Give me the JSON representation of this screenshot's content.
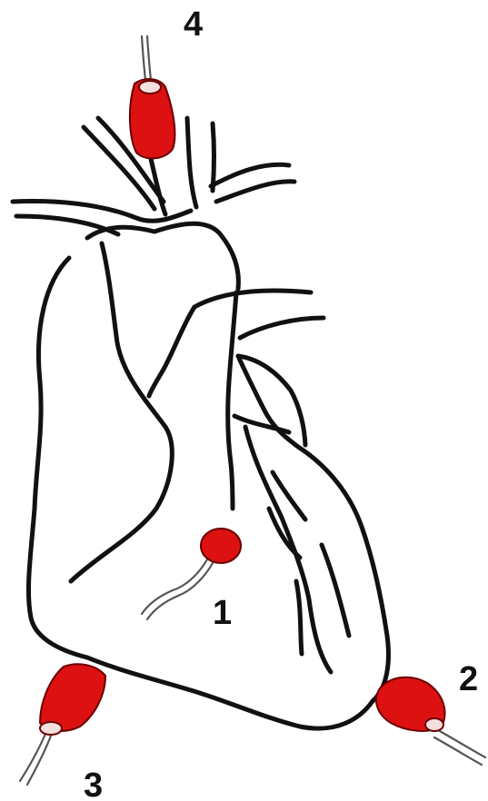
{
  "colors": {
    "outline": "#111111",
    "electrode": "#dd1111",
    "wire": "#555555",
    "background": "#ffffff"
  },
  "electrodes": [
    {
      "label": "1",
      "name": "electrode-1"
    },
    {
      "label": "2",
      "name": "electrode-2"
    },
    {
      "label": "3",
      "name": "electrode-3"
    },
    {
      "label": "4",
      "name": "electrode-4"
    }
  ]
}
